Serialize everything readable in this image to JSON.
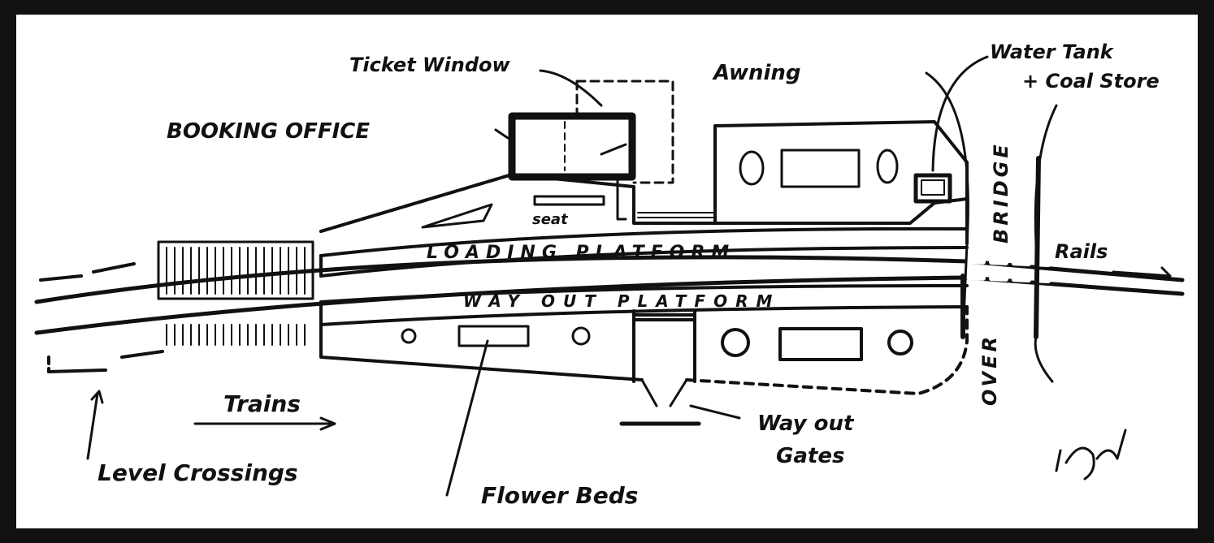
{
  "diagram": {
    "labels": {
      "ticket_window": "Ticket Window",
      "awning": "Awning",
      "water_tank_line1": "Water Tank",
      "water_tank_line2": "+ Coal Store",
      "booking_office": "BOOKING OFFICE",
      "bridge": "BRIDGE",
      "over": "OVER",
      "seat": "seat",
      "loading_platform": "LOADING PLATFORM",
      "way_out_platform": "WAY OUT PLATFORM",
      "rails": "Rails",
      "trains": "Trains",
      "level_crossings": "Level Crossings",
      "flower_beds": "Flower Beds",
      "way_out_gates_line1": "Way out",
      "way_out_gates_line2": "Gates"
    },
    "colors": {
      "ink": "#111111",
      "paper": "#ffffff"
    }
  }
}
